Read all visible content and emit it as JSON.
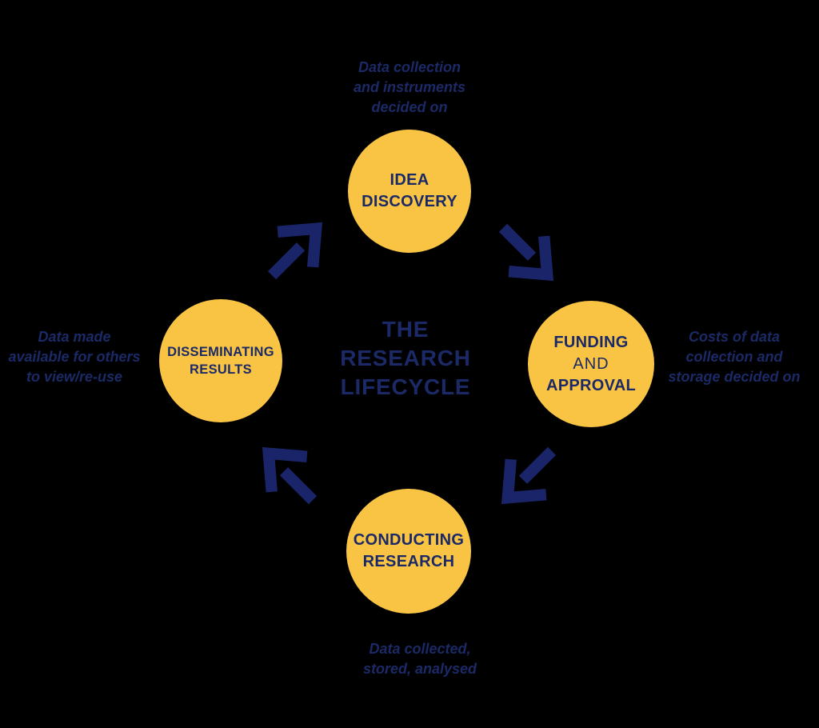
{
  "background_color": "#000000",
  "colors": {
    "circle_fill": "#F9C444",
    "navy_text": "#1B2A66",
    "arrow": "#1A2468"
  },
  "title": {
    "lines": [
      "THE",
      "RESEARCH",
      "LIFECYCLE"
    ]
  },
  "nodes": {
    "idea_discovery": {
      "lines": [
        "IDEA",
        "DISCOVERY"
      ]
    },
    "funding_approval": {
      "lines": [
        "FUNDING",
        "AND",
        "APPROVAL"
      ]
    },
    "conducting_research": {
      "lines": [
        "CONDUCTING",
        "RESEARCH"
      ]
    },
    "disseminating_results": {
      "lines": [
        "DISSEMINATING",
        "RESULTS"
      ]
    }
  },
  "annotations": {
    "top": {
      "lines": [
        "Data collection",
        "and instruments",
        "decided on"
      ]
    },
    "right": {
      "lines": [
        "Costs of data",
        "collection and",
        "storage decided on"
      ]
    },
    "bottom": {
      "lines": [
        "Data collected,",
        "stored, analysed"
      ]
    },
    "left": {
      "lines": [
        "Data made",
        "available for others",
        "to view/re-use"
      ]
    }
  },
  "icons": {
    "top_left": "arrow-up-right-icon",
    "top_right": "arrow-down-right-icon",
    "bottom_right": "arrow-down-left-icon",
    "bottom_left": "arrow-up-left-icon"
  }
}
